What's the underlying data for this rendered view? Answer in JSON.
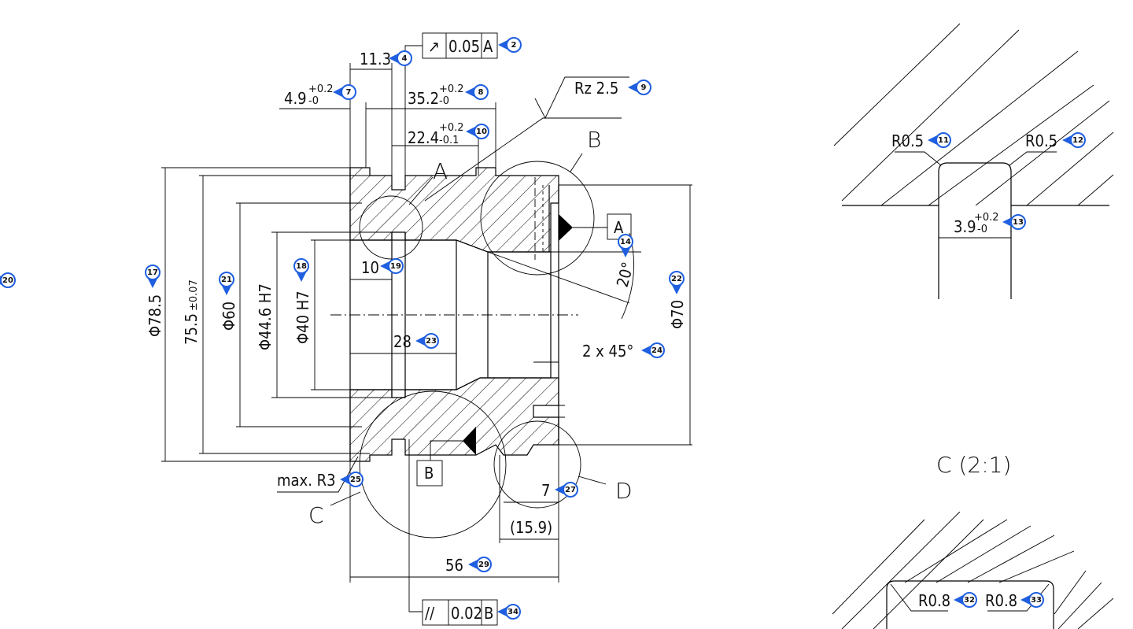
{
  "main_view": {
    "dims": {
      "d11_3": "11.3",
      "d4_9": "4.9",
      "d4_9_tol_up": "+0.2",
      "d4_9_tol_lo": "-0",
      "d35_2": "35.2",
      "d35_2_tol_up": "+0.2",
      "d35_2_tol_lo": "-0",
      "d22_4": "22.4",
      "d22_4_tol_up": "+0.2",
      "d22_4_tol_lo": "-0.1",
      "d78_5": "Φ78.5",
      "d75_5": "75.5",
      "d75_5_tol": "±0.07",
      "d60": "Φ60",
      "d44_6": "Φ44.6 H7",
      "d40": "Φ40 H7",
      "d10": "10",
      "d28": "28",
      "d70": "Φ70",
      "angle20": "20°",
      "chamfer": "2 x 45°",
      "maxR3": "max. R3",
      "d7": "7",
      "d15_9": "(15.9)",
      "d56": "56"
    },
    "roughness": "Rz 2.5",
    "fcf_runout": {
      "symbol": "↗",
      "value": "0.05",
      "datum": "A"
    },
    "fcf_parallel": {
      "symbol": "//",
      "value": "0.02",
      "datum": "B"
    },
    "datum_a": "A",
    "datum_b": "B",
    "detail_labels": {
      "a": "A",
      "b": "B",
      "c": "C",
      "d": "D"
    }
  },
  "detail_c_top": {
    "r_left": "R0.5",
    "r_right": "R0.5",
    "width": "3.9",
    "width_tol_up": "+0.2",
    "width_tol_lo": "-0"
  },
  "detail_c_title": "C  (2:1)",
  "detail_bottom": {
    "r_left": "R0.8",
    "r_right": "R0.8"
  },
  "balloons": [
    "2",
    "4",
    "7",
    "8",
    "9",
    "10",
    "11",
    "12",
    "13",
    "14",
    "17",
    "18",
    "19",
    "20",
    "21",
    "22",
    "23",
    "24",
    "25",
    "27",
    "29",
    "32",
    "33",
    "34"
  ],
  "colors": {
    "balloon": "#1f5fe0",
    "line": "#000000"
  }
}
